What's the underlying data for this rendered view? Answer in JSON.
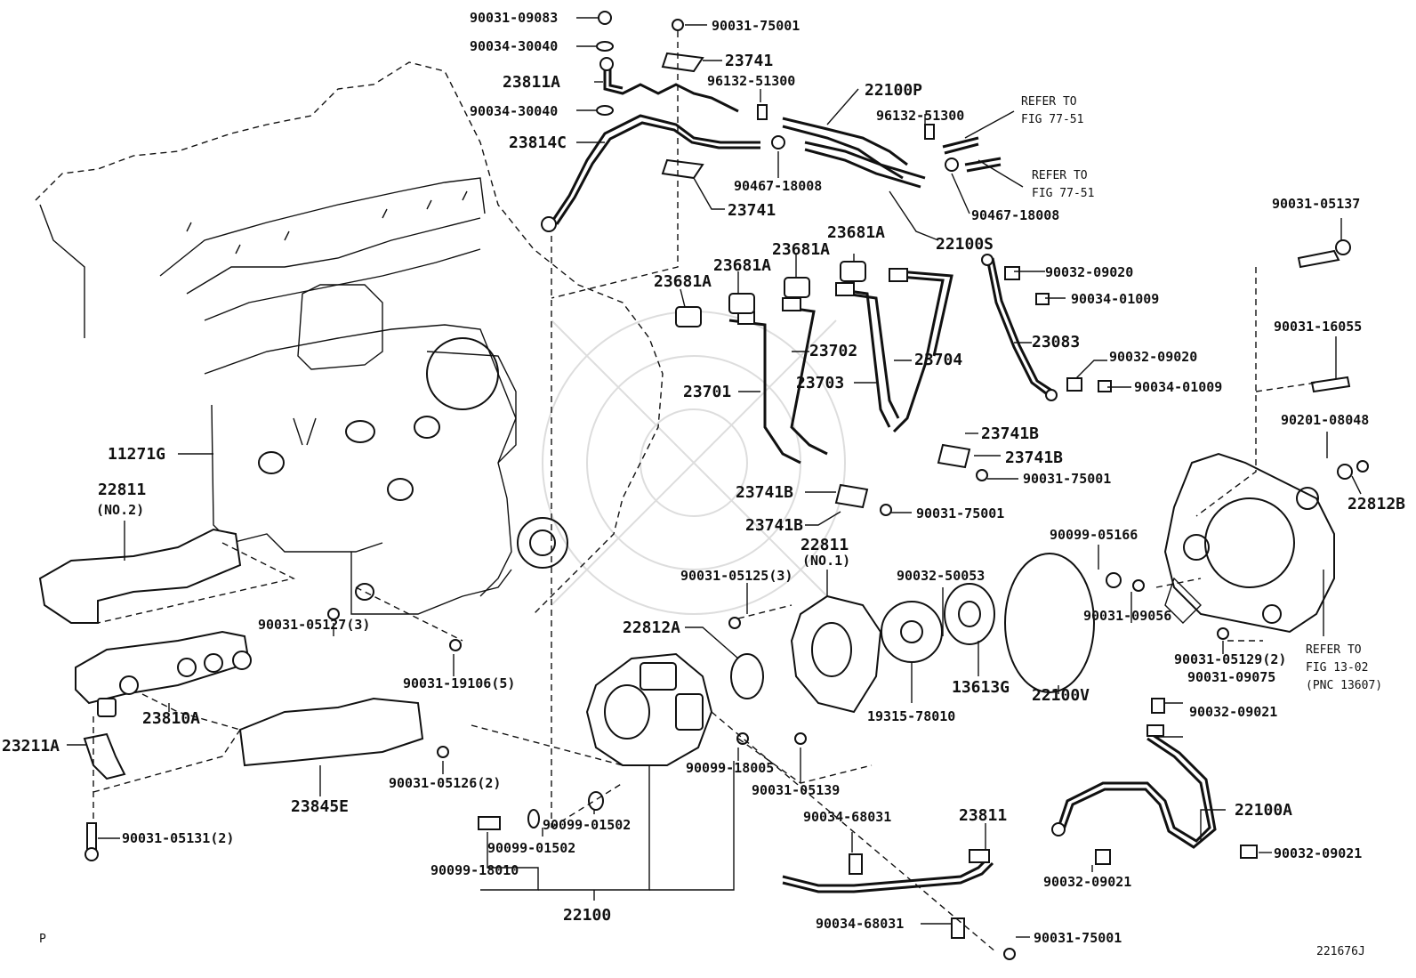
{
  "labels": {
    "p_9003109083": "90031-09083",
    "p_9003175001_top": "90031-75001",
    "p_9003430040_a": "90034-30040",
    "p_23741_top": "23741",
    "p_23811A": "23811A",
    "p_9613251300_a": "96132-51300",
    "p_22100P": "22100P",
    "p_9003430040_b": "90034-30040",
    "p_9613251300_b": "96132-51300",
    "p_refer1a": "REFER TO",
    "p_refer1b": "FIG 77-51",
    "p_23814C": "23814C",
    "p_refer2a": "REFER TO",
    "p_refer2b": "FIG 77-51",
    "p_9046718008_a": "90467-18008",
    "p_23741_mid": "23741",
    "p_9046718008_b": "90467-18008",
    "p_23681A_1": "23681A",
    "p_23681A_2": "23681A",
    "p_23681A_3": "23681A",
    "p_23681A_4": "23681A",
    "p_22100S": "22100S",
    "p_9003105137": "90031-05137",
    "p_9003209020_a": "90032-09020",
    "p_9003401009_a": "90034-01009",
    "p_23702": "23702",
    "p_23083": "23083",
    "p_9003116055": "90031-16055",
    "p_23704": "23704",
    "p_9003209020_b": "90032-09020",
    "p_23701": "23701",
    "p_23703": "23703",
    "p_9003401009_b": "90034-01009",
    "p_9020108048": "90201-08048",
    "p_23741B_1": "23741B",
    "p_23741B_2": "23741B",
    "p_11271G": "11271G",
    "p_9003175001_mid": "90031-75001",
    "p_22812B": "22812B",
    "p_22811_no2": "22811",
    "p_no2": "(NO.2)",
    "p_23741B_3": "23741B",
    "p_23741B_4": "23741B",
    "p_9003175001_b": "90031-75001",
    "p_22811_no1": "22811",
    "p_no1": "(NO.1)",
    "p_9009905166": "90099-05166",
    "p_9003105125": "90031-05125(3)",
    "p_9003250053": "90032-50053",
    "p_9003105127": "90031-05127(3)",
    "p_22812A": "22812A",
    "p_9003109056": "90031-09056",
    "p_refer3a": "REFER TO",
    "p_refer3b": "FIG 13-02",
    "p_refer3c": "(PNC 13607)",
    "p_9003119106": "90031-19106(5)",
    "p_13613G": "13613G",
    "p_22100V": "22100V",
    "p_9003105129": "90031-05129(2)",
    "p_9003109075": "90031-09075",
    "p_23810A": "23810A",
    "p_1931578010": "19315-78010",
    "p_9003209021_a": "90032-09021",
    "p_23211A": "23211A",
    "p_9009918005": "90099-18005",
    "p_9003105126": "90031-05126(2)",
    "p_9003105139": "90031-05139",
    "p_23845E": "23845E",
    "p_9003468031_a": "90034-68031",
    "p_23811": "23811",
    "p_22100A": "22100A",
    "p_9009901502_a": "90099-01502",
    "p_9003105131": "90031-05131(2)",
    "p_9009901502_b": "90099-01502",
    "p_9003209021_b": "90032-09021",
    "p_9003209021_c": "90032-09021",
    "p_9009918010": "90099-18010",
    "p_22100": "22100",
    "p_9003468031_b": "90034-68031",
    "p_9003175001_bot": "90031-75001",
    "p_P": "P",
    "p_code": "221676J"
  }
}
